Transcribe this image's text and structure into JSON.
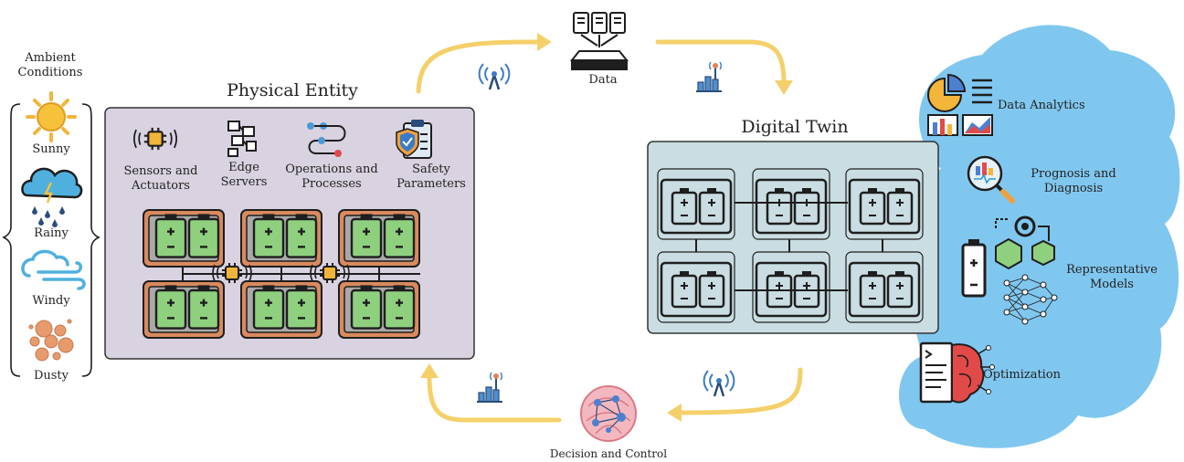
{
  "ambient": {
    "title": "Ambient\nConditions",
    "conditions": [
      {
        "label": "Sunny",
        "icon": "sun-icon"
      },
      {
        "label": "Rainy",
        "icon": "rain-cloud-icon"
      },
      {
        "label": "Windy",
        "icon": "wind-icon"
      },
      {
        "label": "Dusty",
        "icon": "dust-icon"
      }
    ]
  },
  "physical": {
    "title": "Physical Entity",
    "items": [
      {
        "label": "Sensors and\nActuators",
        "icon": "sensor-chip-icon"
      },
      {
        "label": "Edge\nServers",
        "icon": "edge-server-icon"
      },
      {
        "label": "Operations and\nProcesses",
        "icon": "process-flow-icon"
      },
      {
        "label": "Safety\nParameters",
        "icon": "safety-clipboard-icon"
      }
    ]
  },
  "flow": {
    "data_label": "Data",
    "decision_label": "Decision and Control"
  },
  "twin": {
    "title": "Digital Twin"
  },
  "cloud": {
    "items": [
      {
        "label": "Data Analytics",
        "icon": "analytics-dashboard-icon"
      },
      {
        "label": "Prognosis and\nDiagnosis",
        "icon": "magnifier-chart-icon"
      },
      {
        "label": "Representative\nModels",
        "icon": "neural-network-icon"
      },
      {
        "label": "Optimization",
        "icon": "brain-code-icon"
      }
    ]
  },
  "colors": {
    "arrow": "#f5d06a",
    "physical_bg": "#d9d2e0",
    "twin_bg": "#c9dde2",
    "cloud": "#7fc6ef",
    "battery_frame": "#d98a5e",
    "battery_fill": "#9ad48a"
  }
}
